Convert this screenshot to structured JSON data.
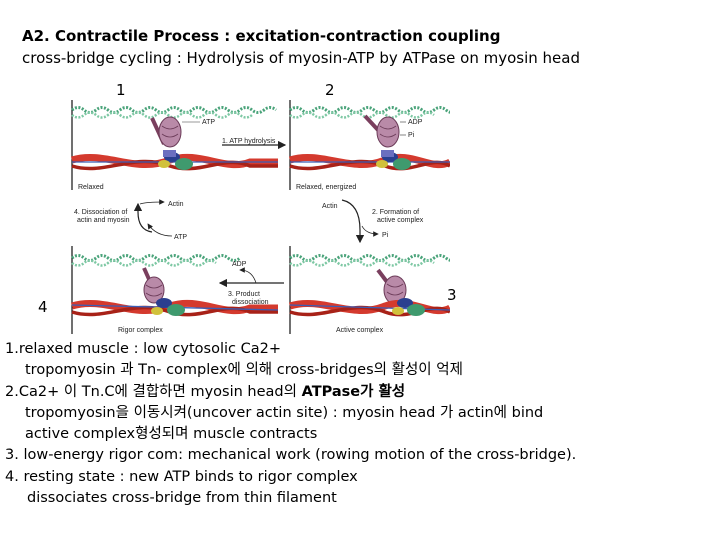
{
  "header": {
    "title": "A2. Contractile Process : excitation-contraction coupling",
    "subtitle": "cross-bridge cycling : Hydrolysis of myosin-ATP by ATPase on myosin head"
  },
  "diagram": {
    "step_numbers": [
      "1",
      "2",
      "3",
      "4"
    ],
    "panels": [
      {
        "caption": "Relaxed",
        "molecules": [
          "ATP"
        ]
      },
      {
        "caption": "Relaxed, energized",
        "molecules": [
          "ADP",
          "Pi"
        ]
      },
      {
        "caption": "Active complex",
        "molecules": []
      },
      {
        "caption": "Rigor complex",
        "molecules": []
      }
    ],
    "transitions": [
      {
        "label_lines": [
          "1. ATP hydrolysis"
        ],
        "molecules": []
      },
      {
        "label_lines": [
          "2. Formation of",
          "active complex"
        ],
        "molecules": [
          "Actin",
          "Pi"
        ]
      },
      {
        "label_lines": [
          "3. Product",
          "dissociation"
        ],
        "molecules": [
          "ADP"
        ]
      },
      {
        "label_lines": [
          "4. Dissociation of",
          "actin and myosin"
        ],
        "molecules": [
          "Actin",
          "ATP"
        ]
      }
    ]
  },
  "notes": {
    "l1": "1.relaxed muscle : low cytosolic Ca2+",
    "l2": "tropomyosin 과 Tn- complex에 의해 cross-bridges의 활성이 억제",
    "l3a": "2.Ca2+ 이 Tn.C에 결합하면 myosin head의 ",
    "l3b": "ATPase가 활성",
    "l4": "tropomyosin을 이동시켜(uncover actin site) : myosin head 가 actin에 bind",
    "l5": "active complex형성되며 muscle contracts",
    "l6": "3. low-energy rigor com: mechanical work (rowing motion of the cross-bridge).",
    "l7": "4. resting state : new  ATP binds to  rigor complex",
    "l8": "dissociates cross-bridge from  thin filament"
  }
}
